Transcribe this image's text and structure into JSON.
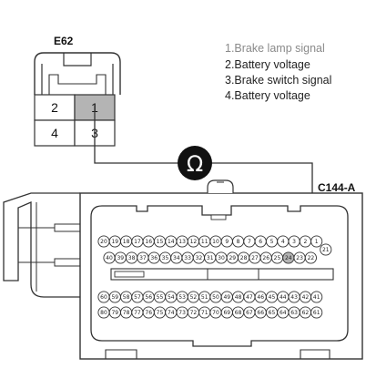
{
  "connector_e62": {
    "name": "E62",
    "pins": [
      "1",
      "2",
      "3",
      "4"
    ],
    "highlighted_pin": "1"
  },
  "legend": [
    "1.Brake lamp signal",
    "2.Battery voltage",
    "3.Brake switch signal",
    "4.Battery voltage"
  ],
  "meter_symbol": "Ω",
  "connector_c144a": {
    "name": "C144-A",
    "row1": [
      "20",
      "19",
      "18",
      "17",
      "16",
      "15",
      "14",
      "13",
      "12",
      "11",
      "10",
      "9",
      "8",
      "7",
      "6",
      "5",
      "4",
      "3",
      "2",
      "1"
    ],
    "row1_extra": "21",
    "row2": [
      "40",
      "39",
      "38",
      "37",
      "36",
      "35",
      "34",
      "33",
      "32",
      "31",
      "30",
      "29",
      "28",
      "27",
      "26",
      "25",
      "24",
      "23",
      "22"
    ],
    "row3": [
      "60",
      "59",
      "58",
      "57",
      "56",
      "55",
      "54",
      "53",
      "52",
      "51",
      "50",
      "49",
      "48",
      "47",
      "46",
      "45",
      "44",
      "43",
      "42",
      "41"
    ],
    "row4": [
      "80",
      "79",
      "78",
      "77",
      "76",
      "75",
      "74",
      "73",
      "72",
      "71",
      "70",
      "69",
      "68",
      "67",
      "66",
      "65",
      "64",
      "63",
      "62",
      "61"
    ],
    "highlighted_pin": "24"
  },
  "colors": {
    "line": "#333333",
    "highlight": "#b4b4b4",
    "meter": "#111111"
  }
}
